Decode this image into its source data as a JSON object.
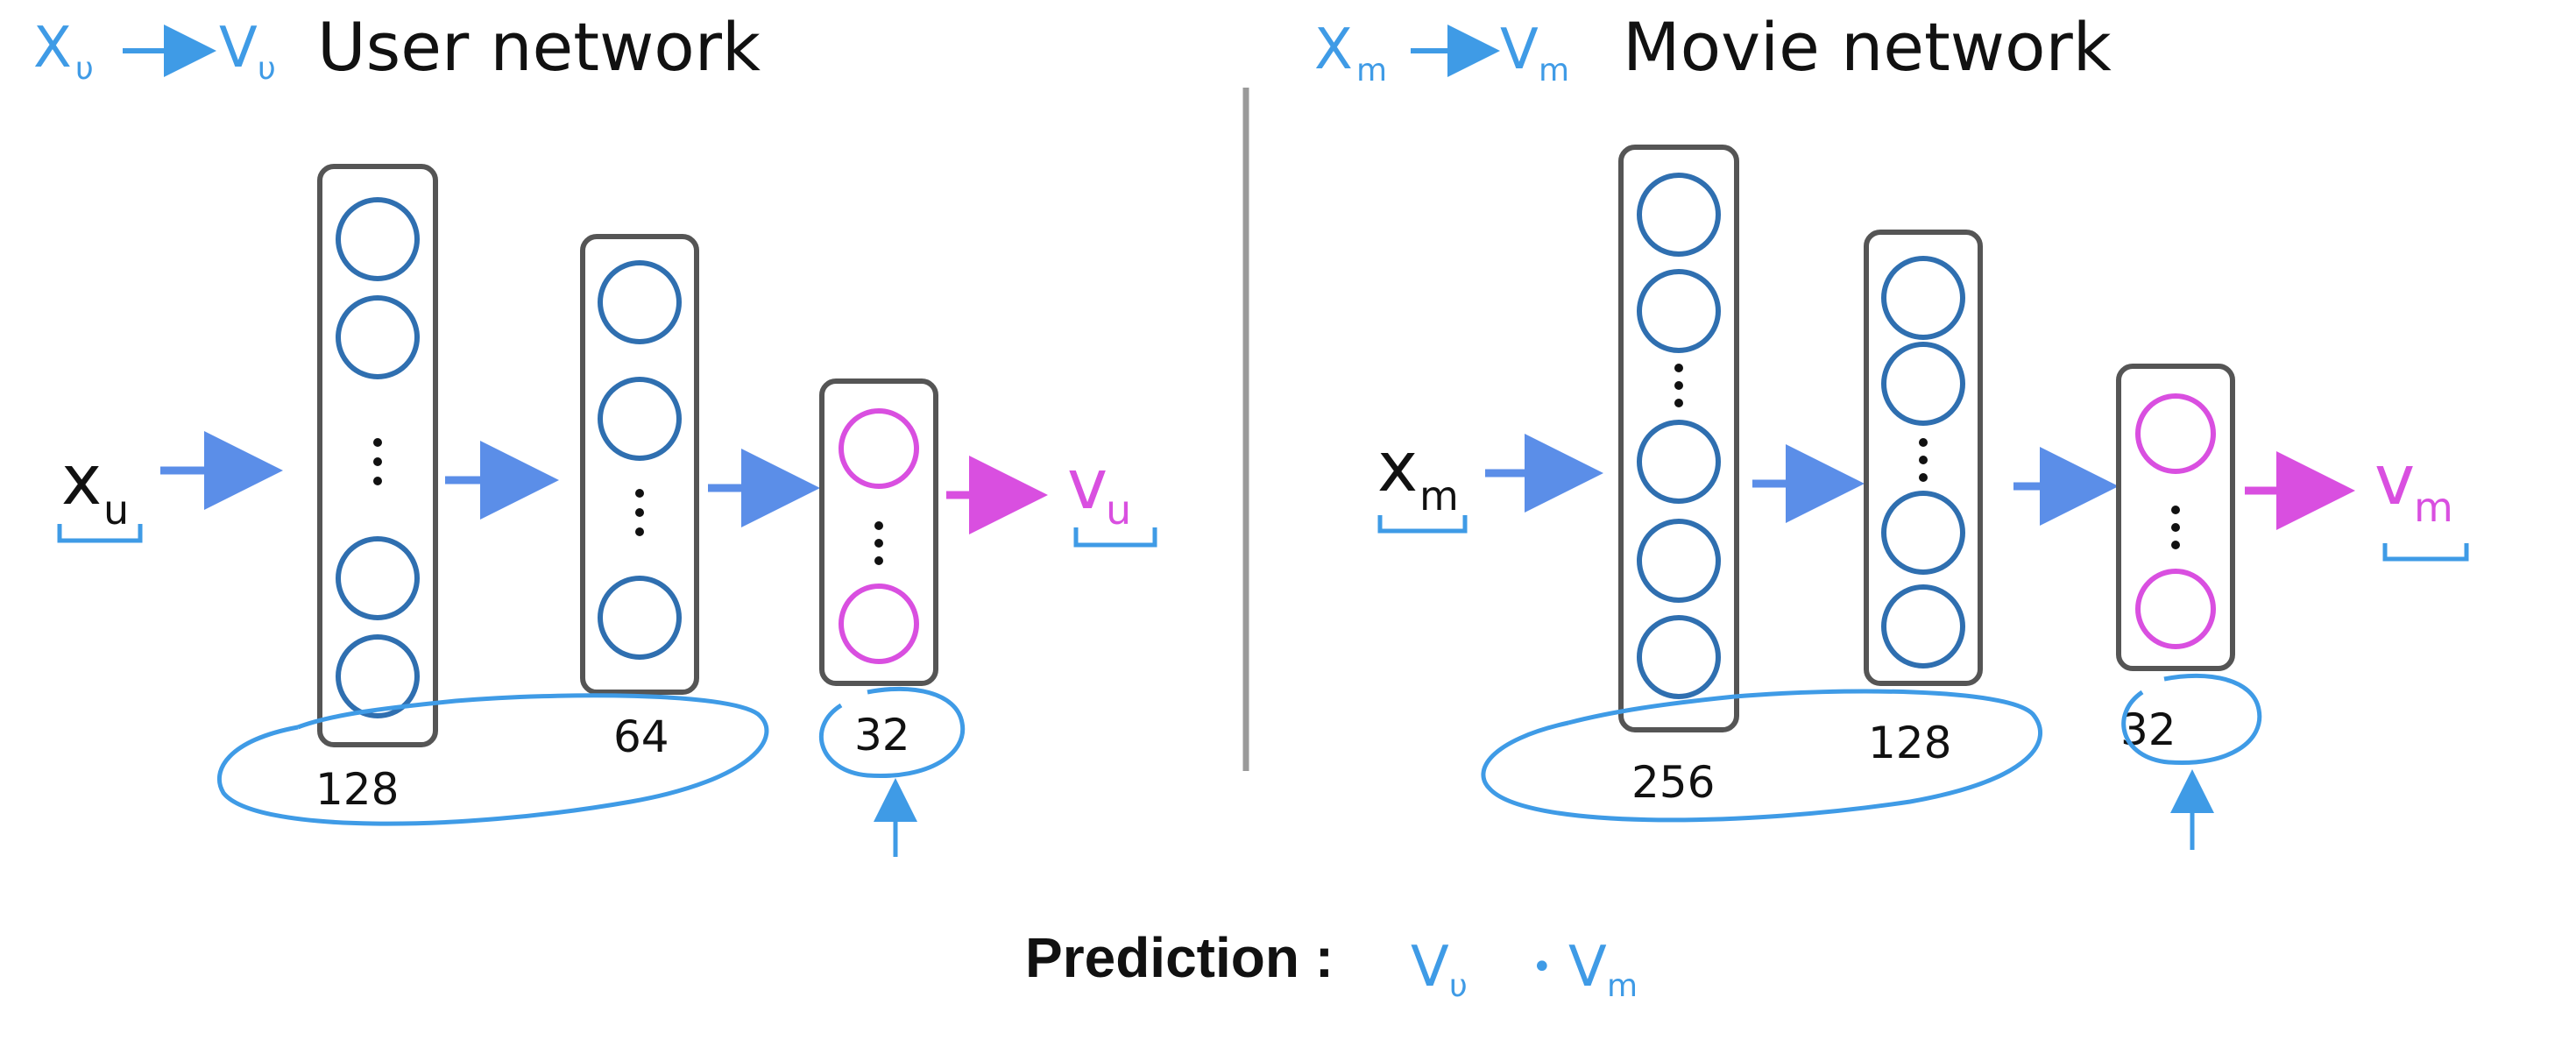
{
  "colors": {
    "ink": "#111111",
    "hand_blue": "#3f9be6",
    "arrow_blue": "#5b8ee8",
    "neuron_blue": "#2f6fb0",
    "magenta": "#d94fe0",
    "layer_border": "#555555",
    "divider": "#9a9a9a"
  },
  "user": {
    "mapping_from": "X",
    "mapping_from_sub": "υ",
    "mapping_to": "V",
    "mapping_to_sub": "υ",
    "title": "User network",
    "input_var": "x",
    "input_sub": "u",
    "output_var": "v",
    "output_sub": "u",
    "layer1_size": "128",
    "layer2_size": "64",
    "layer3_size": "32"
  },
  "movie": {
    "mapping_from": "X",
    "mapping_from_sub": "m",
    "mapping_to": "V",
    "mapping_to_sub": "m",
    "title": "Movie network",
    "input_var": "x",
    "input_sub": "m",
    "output_var": "v",
    "output_sub": "m",
    "layer1_size": "256",
    "layer2_size": "128",
    "layer3_size": "32"
  },
  "prediction": {
    "label": "Prediction :",
    "left": "V",
    "left_sub": "υ",
    "dot": "•",
    "right": "V",
    "right_sub": "m"
  }
}
